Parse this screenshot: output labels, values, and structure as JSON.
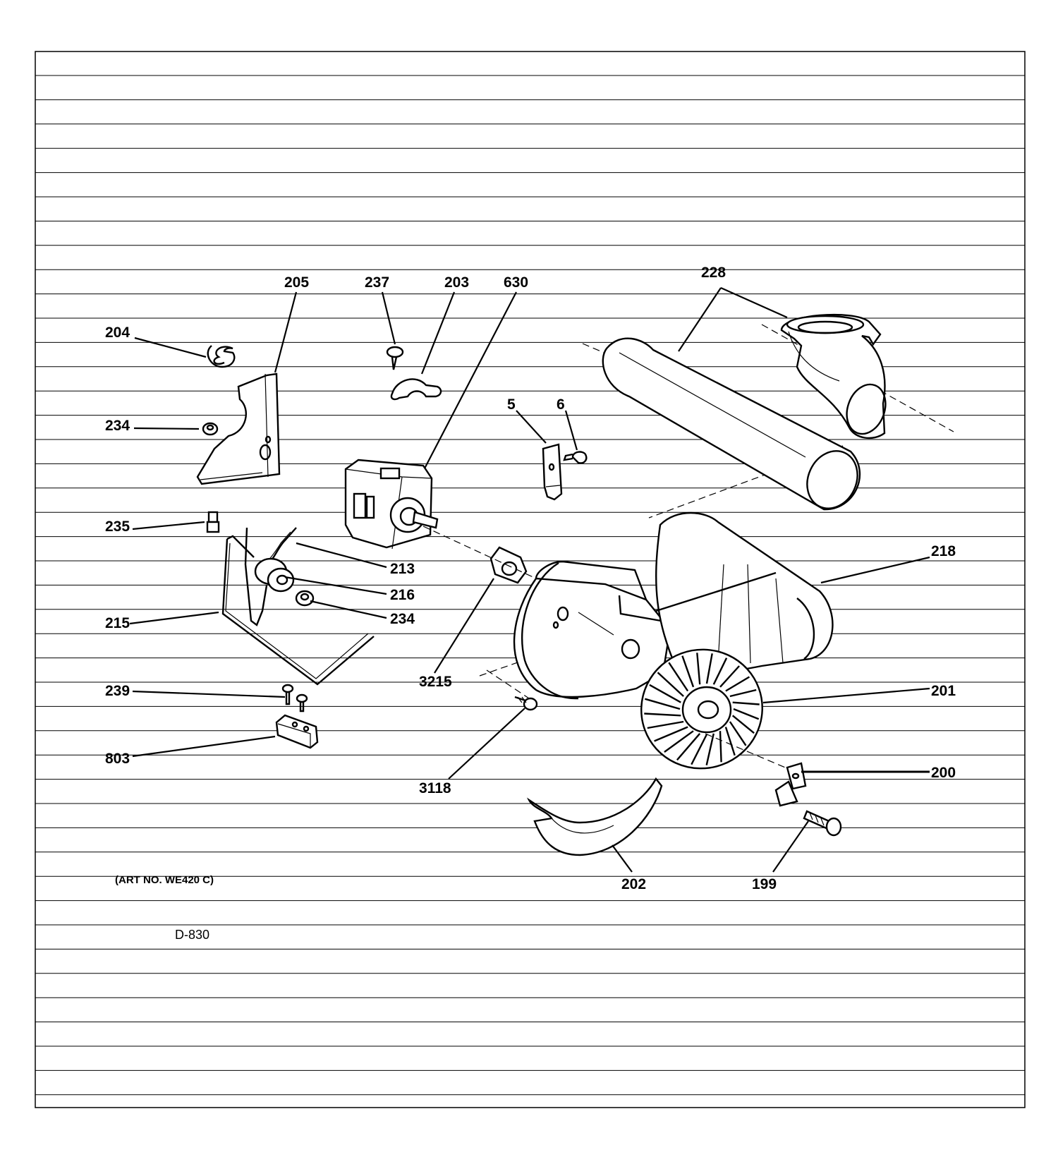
{
  "labels": {
    "p205": "205",
    "p237": "237",
    "p203": "203",
    "p630": "630",
    "p228": "228",
    "p204": "204",
    "p234a": "234",
    "p5": "5",
    "p6": "6",
    "p235": "235",
    "p213": "213",
    "p216": "216",
    "p234b": "234",
    "p215": "215",
    "p218": "218",
    "p3215": "3215",
    "p239": "239",
    "p201": "201",
    "p803": "803",
    "p200": "200",
    "p3118": "3118",
    "p202": "202",
    "p199": "199"
  },
  "art_number": "(ART NO. WE420 C)",
  "diagram_code": "D-830"
}
